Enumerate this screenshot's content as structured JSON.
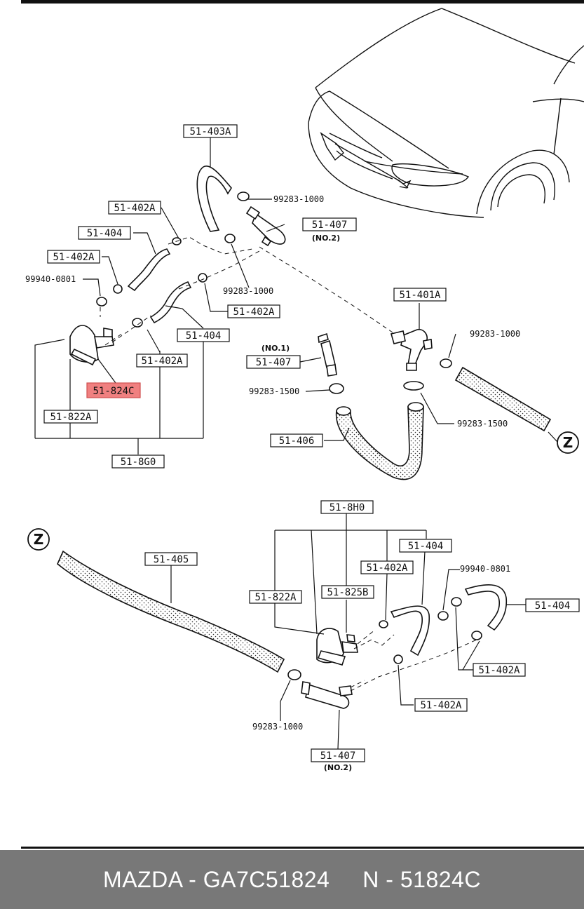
{
  "labels": {
    "l_51_403a": "51-403A",
    "l_51_402a_1": "51-402A",
    "l_51_404_1": "51-404",
    "l_51_402a_2": "51-402A",
    "l_51_407_no2_top": "51-407",
    "l_51_402a_3": "51-402A",
    "l_51_404_2": "51-404",
    "l_51_402a_4": "51-402A",
    "l_51_824c": "51-824C",
    "l_51_822a_1": "51-822A",
    "l_51_8g0": "51-8G0",
    "l_51_401a": "51-401A",
    "l_51_407_no1": "51-407",
    "l_51_406": "51-406",
    "l_51_8h0": "51-8H0",
    "l_51_404_3": "51-404",
    "l_51_402a_5": "51-402A",
    "l_51_405": "51-405",
    "l_51_822a_2": "51-822A",
    "l_51_825b": "51-825B",
    "l_51_404_4": "51-404",
    "l_51_402a_6": "51-402A",
    "l_51_402a_7": "51-402A",
    "l_51_407_no2_bottom": "51-407"
  },
  "part_numbers": {
    "p_99283_1000_a": "99283-1000",
    "p_99940_0801_a": "99940-0801",
    "p_99283_1000_b": "99283-1000",
    "p_99283_1000_c": "99283-1000",
    "p_99283_1500_a": "99283-1500",
    "p_99283_1500_b": "99283-1500",
    "p_99940_0801_b": "99940-0801",
    "p_99283_1000_d": "99283-1000"
  },
  "sublabels": {
    "no2_top": "(NO.2)",
    "no1": "(NO.1)",
    "no2_bottom": "(NO.2)"
  },
  "connectors": {
    "z_top": "Z",
    "z_bottom": "Z"
  },
  "highlight_color": "#f08080",
  "footer": {
    "text": "MAZDA - GA7C51824     N - 51824C"
  }
}
